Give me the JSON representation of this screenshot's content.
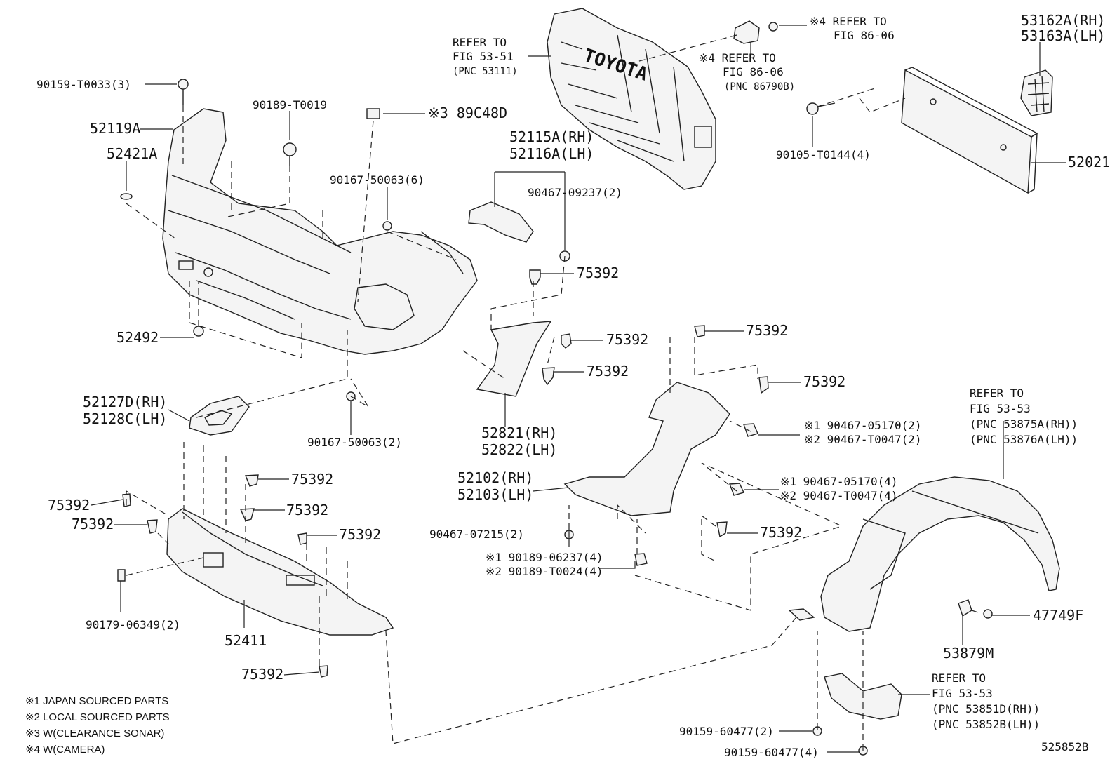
{
  "labels": {
    "l90159_T0033": "90159-T0033(3)",
    "l52119A": "52119A",
    "l52421A": "52421A",
    "l90189_T0019": "90189-T0019",
    "l89C48D": "※3 89C48D",
    "l90167_50063_6": "90167-50063(6)",
    "l52115A": "52115A(RH)",
    "l52116A": "52116A(LH)",
    "l90467_09237": "90467-09237(2)",
    "l75392_a": "75392",
    "l75392_b": "75392",
    "l75392_c": "75392",
    "l75392_d": "75392",
    "l75392_e": "75392",
    "l75392_f": "75392",
    "l75392_g": "75392",
    "l75392_h": "75392",
    "l75392_i": "75392",
    "l75392_j": "75392",
    "l75392_k": "75392",
    "l75392_l": "75392",
    "l52492": "52492",
    "l52127D": "52127D(RH)",
    "l52128C": "52128C(LH)",
    "l90167_50063_2": "90167-50063(2)",
    "l52821": "52821(RH)",
    "l52822": "52822(LH)",
    "l52102": "52102(RH)",
    "l52103": "52103(LH)",
    "l90467_07215": "90467-07215(2)",
    "l90189_06237": "※1 90189-06237(4)",
    "l90189_T0024": "※2 90189-T0024(4)",
    "l90467_05170_2": "※1 90467-05170(2)",
    "l90467_T0047_2": "※2 90467-T0047(2)",
    "l90467_05170_4": "※1 90467-05170(4)",
    "l90467_T0047_4": "※2 90467-T0047(4)",
    "l90179_06349": "90179-06349(2)",
    "l52411": "52411",
    "l47749F": "47749F",
    "l53879M": "53879M",
    "l90159_60477_2": "90159-60477(2)",
    "l90159_60477_4": "90159-60477(4)",
    "l90105_T0144": "90105-T0144(4)",
    "l52021": "52021",
    "l53162A": "53162A(RH)",
    "l53163A": "53163A(LH)",
    "grille_ref1": "REFER TO",
    "grille_ref2": "FIG 53-51",
    "grille_ref3": "(PNC 53111)",
    "cam1_ref1": "※4 REFER TO",
    "cam1_ref2": "FIG 86-06",
    "cam2_ref1": "※4 REFER TO",
    "cam2_ref2": "FIG 86-06",
    "cam2_ref3": "(PNC 86790B)",
    "liner_ref1": "REFER TO",
    "liner_ref2": "FIG 53-53",
    "liner_ref3": "(PNC 53875A(RH))",
    "liner_ref4": "(PNC 53876A(LH))",
    "mud_ref1": "REFER TO",
    "mud_ref2": "FIG 53-53",
    "mud_ref3": "(PNC 53851D(RH))",
    "mud_ref4": "(PNC 53852B(LH))",
    "diagram_id": "525852B"
  },
  "notes": [
    "※1 JAPAN SOURCED PARTS",
    "※2 LOCAL SOURCED PARTS",
    "※3 W(CLEARANCE SONAR)",
    "※4 W(CAMERA)"
  ],
  "grille_logo": "TOYOTA"
}
